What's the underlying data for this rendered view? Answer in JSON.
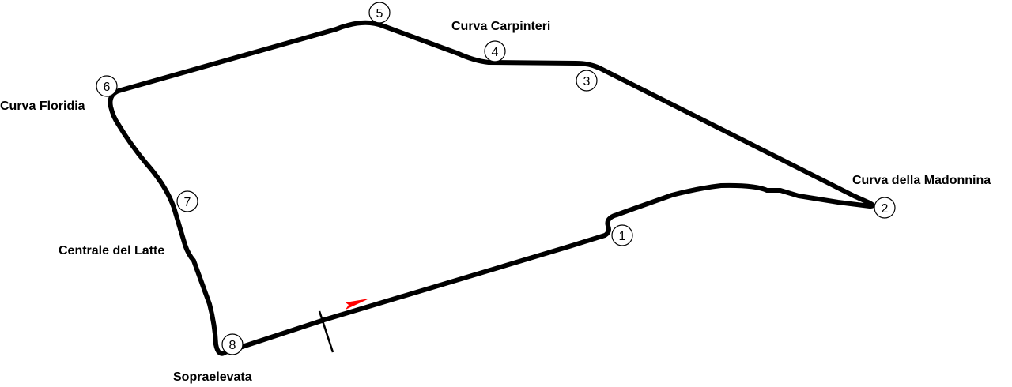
{
  "track": {
    "stroke_color": "#000000",
    "direction_arrow_color": "#ff0000"
  },
  "corner_labels": {
    "carpinteri": "Curva Carpinteri",
    "floridia": "Curva Floridia",
    "madonnina": "Curva della Madonnina",
    "centrale": "Centrale del Latte",
    "sopraelevata": "Sopraelevata"
  },
  "turns": [
    "1",
    "2",
    "3",
    "4",
    "5",
    "6",
    "7",
    "8"
  ]
}
